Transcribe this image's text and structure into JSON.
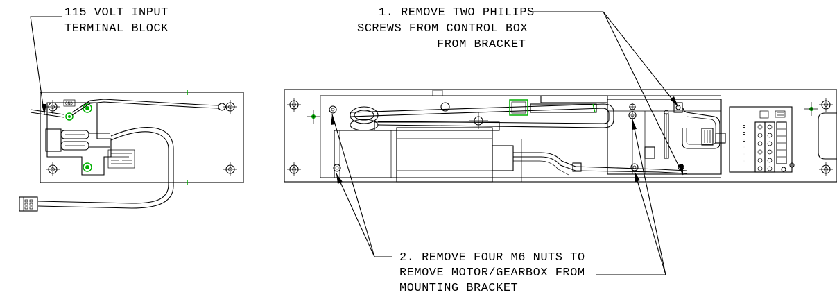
{
  "callouts": {
    "terminal_block": {
      "line1": "115 VOLT INPUT",
      "line2": "TERMINAL BLOCK"
    },
    "step1": {
      "line1": "1. REMOVE TWO PHILIPS",
      "line2": "SCREWS FROM CONTROL BOX",
      "line3": "FROM BRACKET"
    },
    "step2": {
      "line1": "2. REMOVE FOUR M6 NUTS TO",
      "line2": "REMOVE MOTOR/GEARBOX FROM",
      "line3": "MOUNTING BRACKET"
    }
  },
  "part_labels": {
    "gnd": "GND"
  },
  "colors": {
    "accent_green": "#00b000",
    "line": "#000000"
  }
}
